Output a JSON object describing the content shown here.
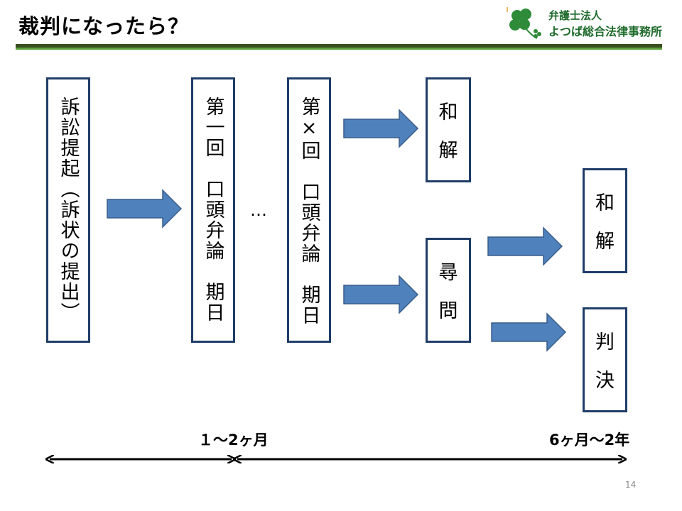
{
  "title": "裁判になったら？",
  "logo": {
    "line1": "弁護士法人",
    "line2": "よつば総合法律事務所"
  },
  "steps": {
    "filing": "訴訟提起（訴状の提出）",
    "first_hearing": "第一回　口頭弁論　期日",
    "nth_hearing": "第×回　口頭弁論　期日",
    "ellipsis": "…",
    "settlement_1": [
      "和",
      "解"
    ],
    "examination": [
      "尋",
      "問"
    ],
    "settlement_2": [
      "和",
      "解"
    ],
    "judgment": [
      "判",
      "決"
    ]
  },
  "durations": {
    "first": "１～2ヶ月",
    "second": "6ヶ月～2年"
  },
  "page_number": "14",
  "colors": {
    "arrow_fill": "#4f81bd",
    "arrow_stroke": "#385d8a",
    "box_border": "#1f3d68",
    "rule_dark": "#3b4f1f",
    "rule_green": "#58a03b",
    "logo_text": "#1f6b2c"
  }
}
